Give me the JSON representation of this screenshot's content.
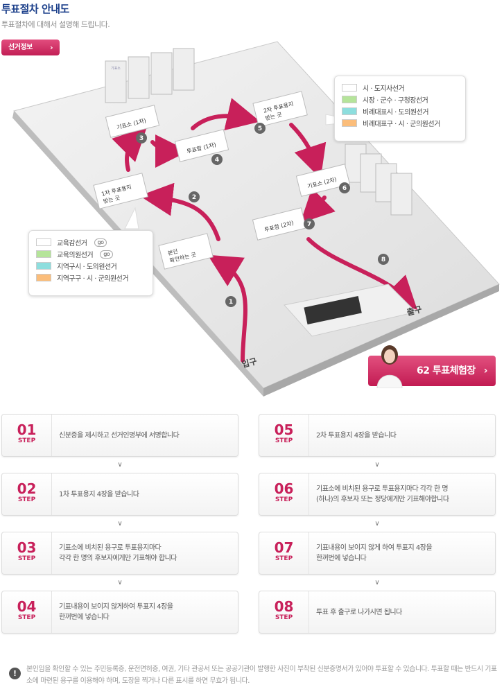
{
  "header": {
    "title": "투표절차 안내도",
    "subtitle": "투표절차에 대해서 설명해 드립니다.",
    "election_info_button": "선거정보",
    "chevron": "›"
  },
  "map": {
    "stations": [
      {
        "label": "1차 투표용지\n받는 곳",
        "number": "2"
      },
      {
        "label": "기표소 (1차)",
        "number": "3"
      },
      {
        "label": "투표함 (1차)",
        "number": "4"
      },
      {
        "label": "2차 투표용지\n받는 곳",
        "number": "5"
      },
      {
        "label": "기표소 (2차)",
        "number": "6"
      },
      {
        "label": "투표함 (2차)",
        "number": "7"
      },
      {
        "label": "본인\n확인하는 곳",
        "number": "1"
      }
    ],
    "exit_number": "8",
    "entrance_label": "입구",
    "exit_label": "출구",
    "booth_label": "기표소"
  },
  "legend_second": {
    "items": [
      {
        "label": "시 · 도지사선거",
        "color": "#ffffff"
      },
      {
        "label": "시장 · 군수 · 구청장선거",
        "color": "#b5e49a"
      },
      {
        "label": "비례대표시 · 도의원선거",
        "color": "#8ddede"
      },
      {
        "label": "비례대표구 · 시 · 군의원선거",
        "color": "#fbbd7a"
      }
    ]
  },
  "legend_first": {
    "items": [
      {
        "label": "교육감선거",
        "color": "#ffffff",
        "badge": "go"
      },
      {
        "label": "교육의원선거",
        "color": "#b5e49a",
        "badge": "go"
      },
      {
        "label": "지역구시 · 도의원선거",
        "color": "#8ddede"
      },
      {
        "label": "지역구구 · 시 · 군의원선거",
        "color": "#fbbd7a"
      }
    ]
  },
  "experience_button": {
    "label": "62 투표체험장",
    "chevron": "›"
  },
  "steps": [
    {
      "num": "01",
      "step": "STEP",
      "text": "신분증을 제시하고 선거인명부에 서명합니다"
    },
    {
      "num": "02",
      "step": "STEP",
      "text": "1차 투표용지 4장을 받습니다"
    },
    {
      "num": "03",
      "step": "STEP",
      "text": "기표소에 비치된 용구로 투표용지마다\n각각 한 명의  후보자에게만 기표해야 합니다"
    },
    {
      "num": "04",
      "step": "STEP",
      "text": "기표내용이 보이지 않게하여 투표지 4장을\n한꺼번에 넣습니다"
    },
    {
      "num": "05",
      "step": "STEP",
      "text": "2차 투표용지 4장을 받습니다"
    },
    {
      "num": "06",
      "step": "STEP",
      "text": "기표소에 비치된 용구로 투표용지마다 각각 한 명\n(하나)의 후보자 또는 정당에게만 기표해야합니다"
    },
    {
      "num": "07",
      "step": "STEP",
      "text": "기표내용이 보이지 않게 하여 투표지 4장을\n한꺼번에 넣습니다"
    },
    {
      "num": "08",
      "step": "STEP",
      "text": "투표 후 출구로 나가시면 됩니다"
    }
  ],
  "step_arrow": "∨",
  "notice": {
    "icon": "!",
    "text": "본인임을 확인할 수 있는 주민등록증, 운전면허증, 여권, 기타 관공서 또는 공공기관이 발행한 사진이 부착된 신분증명서가 있어야 투표할 수 있습니다. 투표할 때는 반드시 기표소에 마련된 용구를 이용해야 하며, 도장을 찍거나 다른 표시를 하면 무효가 됩니다."
  },
  "colors": {
    "accent": "#c8205a",
    "title": "#1b3f8a"
  }
}
